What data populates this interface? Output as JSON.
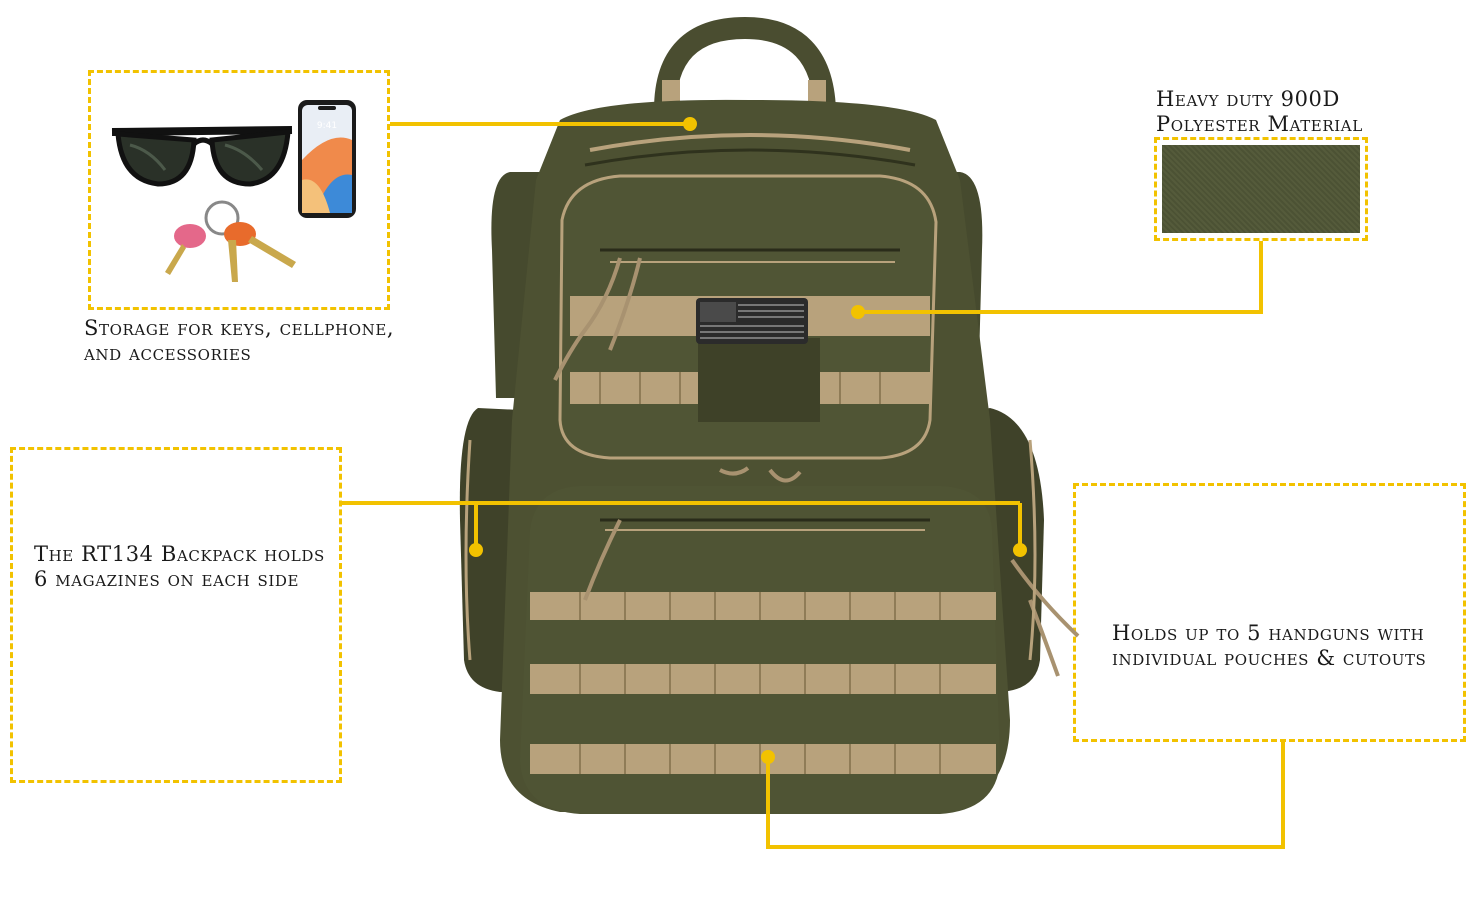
{
  "callouts": {
    "storage": {
      "line1": "Storage for keys, cellphone,",
      "line2": "and accessories"
    },
    "material": {
      "line1": "Heavy duty 900D",
      "line2": "Polyester Material"
    },
    "magazines": {
      "line1": "The RT134 Backpack holds",
      "line2": "6 magazines on each side"
    },
    "handguns": {
      "line1": "Holds up to 5 handguns with",
      "line2": "individual pouches & cutouts"
    }
  },
  "phone": {
    "time": "9:41"
  },
  "colors": {
    "accent": "#f2c200",
    "olive": "#4d5132",
    "olive_dark": "#3a3d25",
    "tan": "#b8a27c",
    "fabric": "#545a3a"
  }
}
